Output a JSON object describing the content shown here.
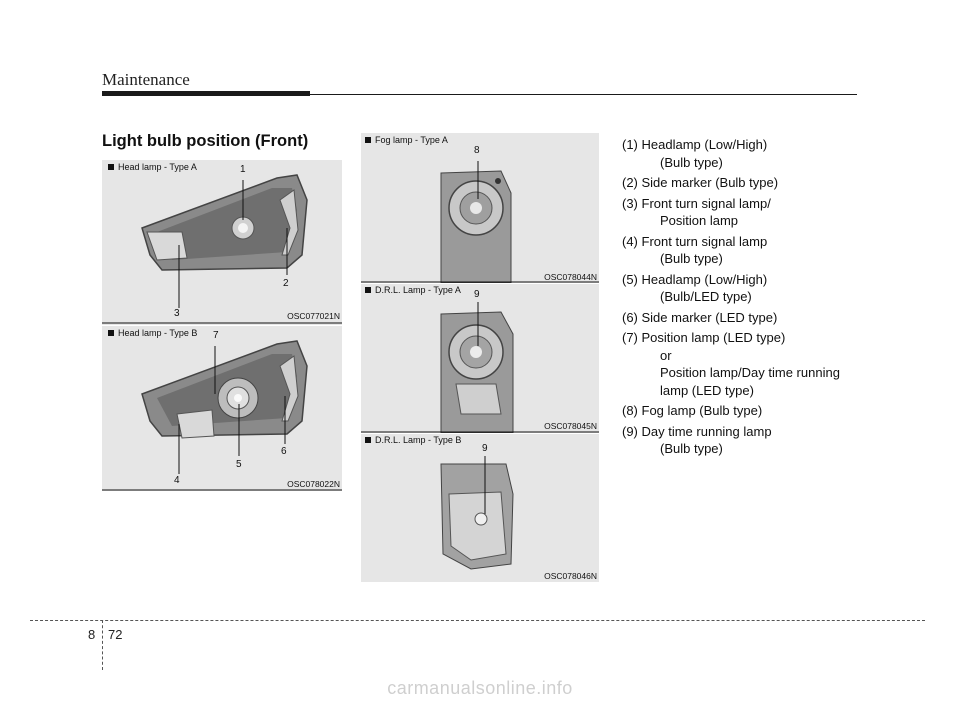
{
  "header": {
    "title": "Maintenance"
  },
  "section": {
    "title": "Light bulb position (Front)"
  },
  "figures": {
    "head_a": {
      "label": "Head lamp - Type A",
      "code": "OSC077021N",
      "callouts": [
        "1",
        "2",
        "3"
      ]
    },
    "head_b": {
      "label": "Head lamp - Type B",
      "code": "OSC078022N",
      "callouts": [
        "7",
        "6",
        "5",
        "4"
      ]
    },
    "fog_a": {
      "label": "Fog lamp - Type A",
      "code": "OSC078044N",
      "callouts": [
        "8"
      ]
    },
    "drl_a": {
      "label": "D.R.L. Lamp - Type A",
      "code": "OSC078045N",
      "callouts": [
        "9"
      ]
    },
    "drl_b": {
      "label": "D.R.L. Lamp - Type B",
      "code": "OSC078046N",
      "callouts": [
        "9"
      ]
    }
  },
  "items": [
    {
      "line1": "(1) Headlamp (Low/High)",
      "cont": [
        "(Bulb type)"
      ]
    },
    {
      "line1": "(2) Side marker (Bulb type)",
      "cont": []
    },
    {
      "line1": "(3) Front turn signal lamp/",
      "cont": [
        "Position lamp"
      ]
    },
    {
      "line1": "(4) Front turn signal lamp",
      "cont": [
        "(Bulb type)"
      ]
    },
    {
      "line1": "(5) Headlamp (Low/High)",
      "cont": [
        "(Bulb/LED type)"
      ]
    },
    {
      "line1": "(6) Side marker (LED type)",
      "cont": []
    },
    {
      "line1": "(7) Position lamp (LED type)",
      "cont": [
        "or",
        "Position lamp/Day time running",
        "lamp (LED type)"
      ]
    },
    {
      "line1": "(8) Fog lamp (Bulb type)",
      "cont": []
    },
    {
      "line1": "(9) Day time running lamp",
      "cont": [
        "(Bulb type)"
      ]
    }
  ],
  "footer": {
    "chapter": "8",
    "page": "72",
    "watermark": "carmanualsonline.info"
  }
}
